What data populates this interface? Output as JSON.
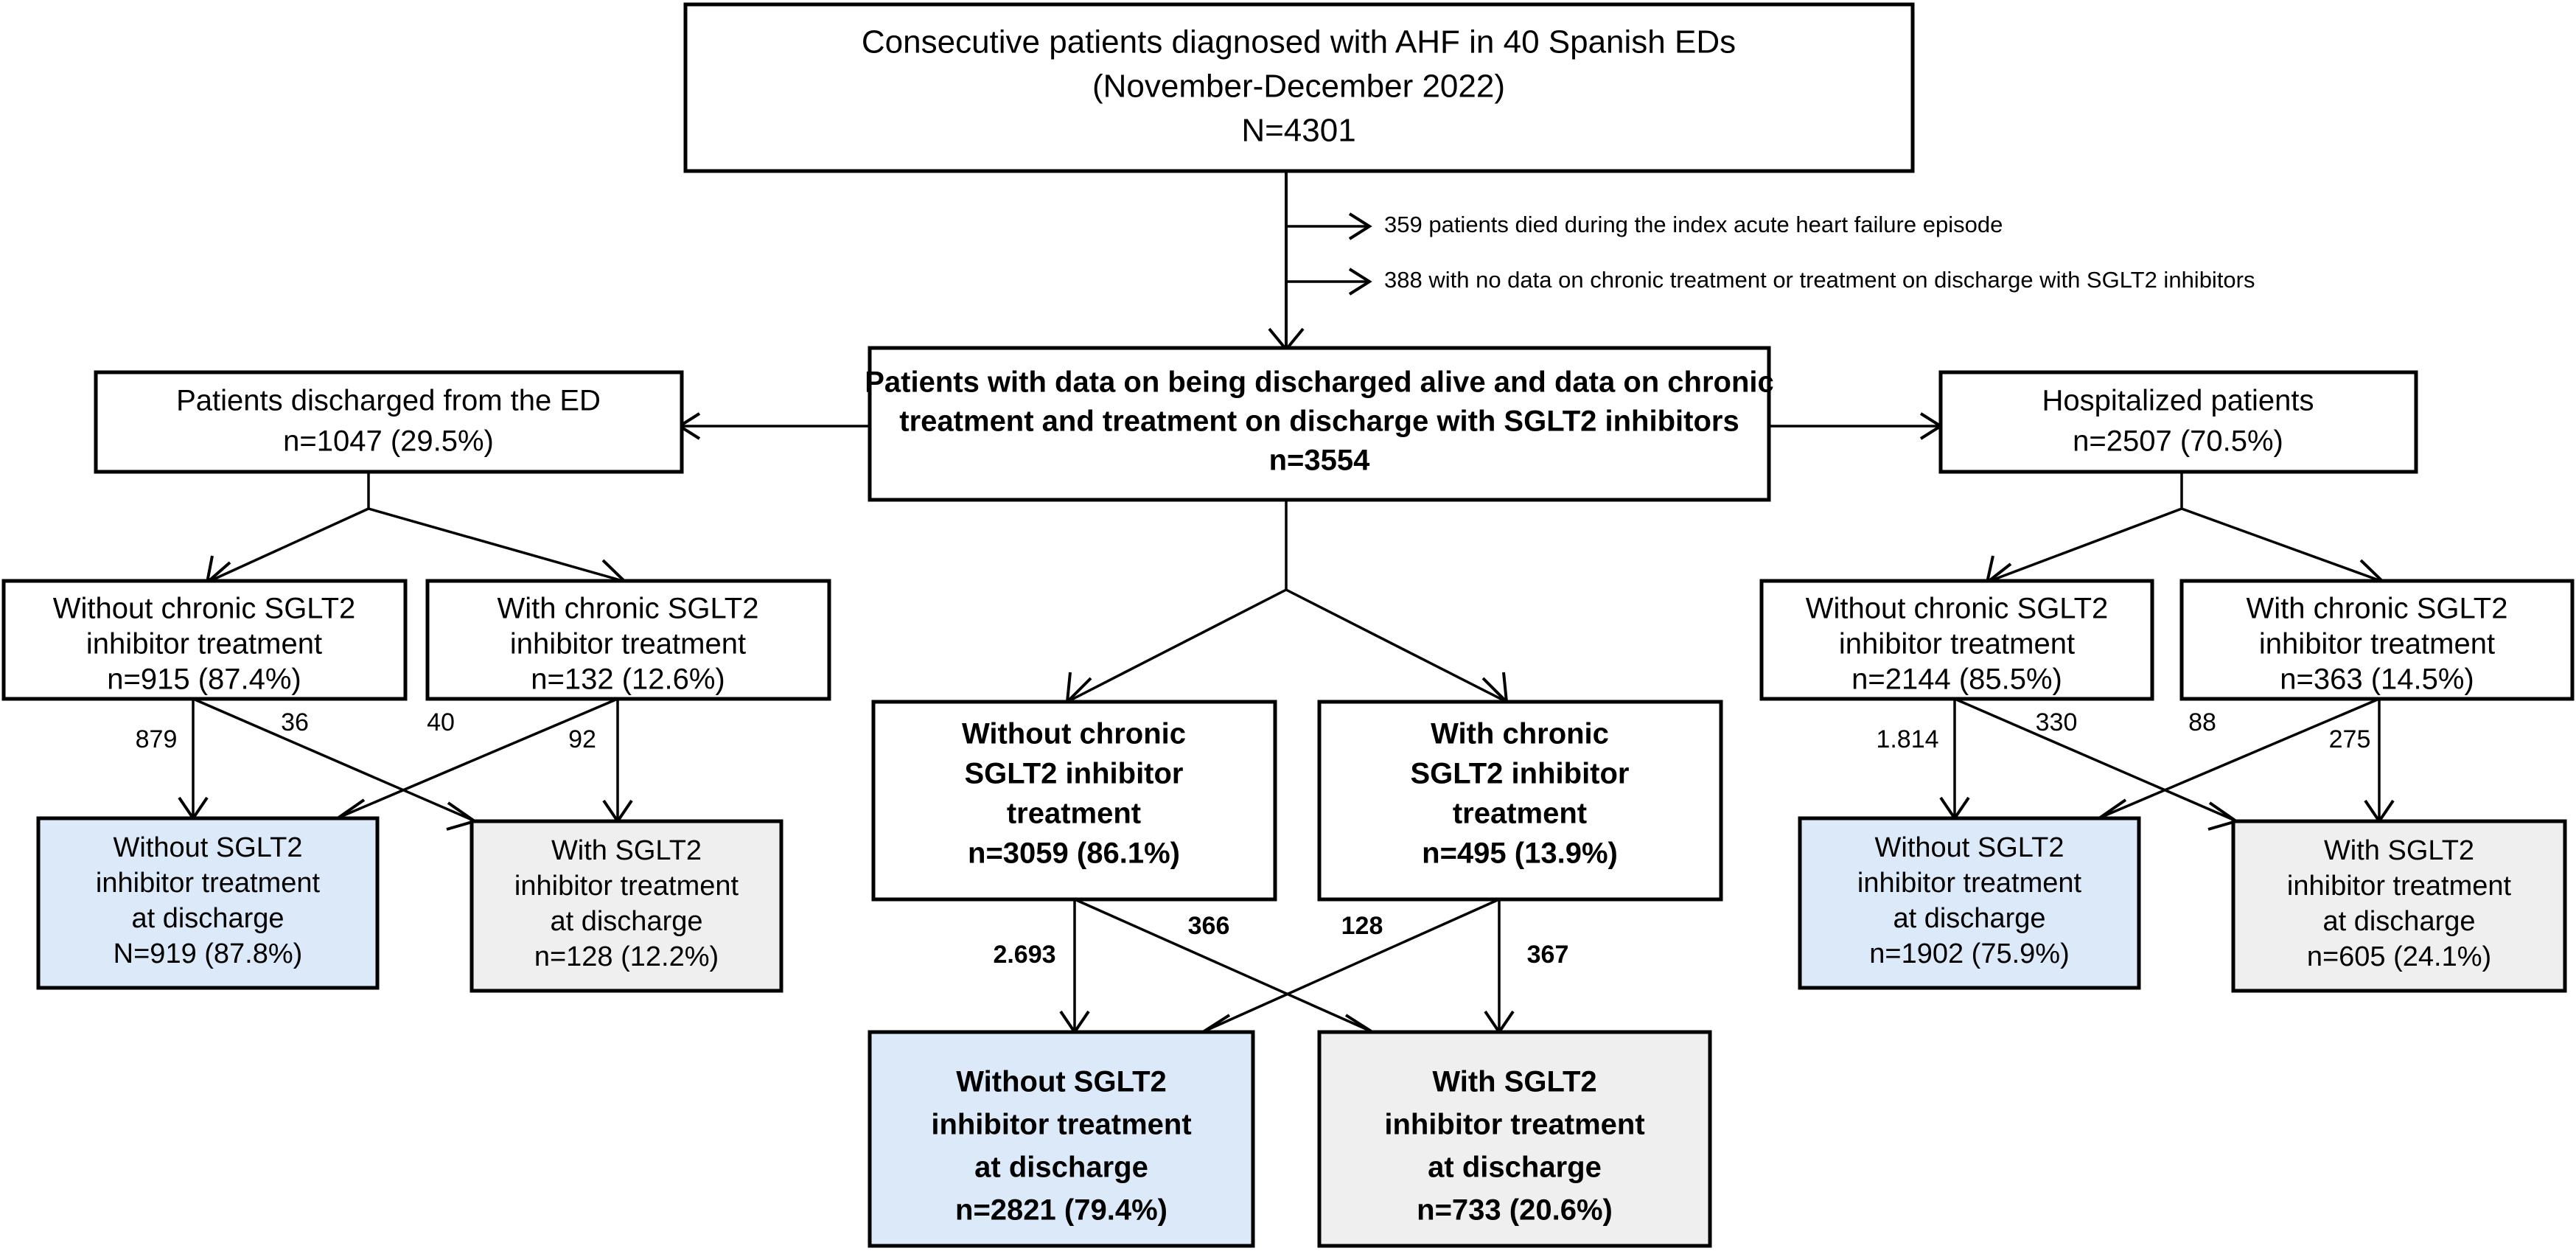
{
  "diagram": {
    "title": "AHF SGLT2 inhibitor patient flow diagram",
    "colors": {
      "without_fill": "#dce9f8",
      "with_fill": "#efefef",
      "plain_fill": "#ffffff",
      "stroke": "#000000"
    }
  },
  "nodes": {
    "cohort": {
      "line1": "Consecutive patients diagnosed with AHF in 40 Spanish EDs",
      "line2": "(November-December 2022)",
      "line3": "N=4301"
    },
    "eligible": {
      "line1": "Patients with data on being discharged alive and data on chronic",
      "line2": "treatment and treatment on discharge with SGLT2 inhibitors",
      "line3": "n=3554"
    },
    "ed_discharged": {
      "line1": "Patients discharged from the ED",
      "line2": "n=1047 (29.5%)"
    },
    "hospitalized": {
      "line1": "Hospitalized patients",
      "line2": "n=2507 (70.5%)"
    },
    "ed_without_chronic": {
      "line1": "Without chronic SGLT2",
      "line2": "inhibitor treatment",
      "line3": "n=915 (87.4%)"
    },
    "ed_with_chronic": {
      "line1": "With chronic SGLT2",
      "line2": "inhibitor treatment",
      "line3": "n=132 (12.6%)"
    },
    "ed_without_discharge": {
      "line1": "Without SGLT2",
      "line2": "inhibitor treatment",
      "line3": "at discharge",
      "line4": "N=919 (87.8%)"
    },
    "ed_with_discharge": {
      "line1": "With SGLT2",
      "line2": "inhibitor treatment",
      "line3": "at discharge",
      "line4": "n=128 (12.2%)"
    },
    "all_without_chronic": {
      "line1": "Without chronic",
      "line2": "SGLT2 inhibitor",
      "line3": "treatment",
      "line4": "n=3059 (86.1%)"
    },
    "all_with_chronic": {
      "line1": "With chronic",
      "line2": "SGLT2 inhibitor",
      "line3": "treatment",
      "line4": "n=495 (13.9%)"
    },
    "all_without_discharge": {
      "line1": "Without SGLT2",
      "line2": "inhibitor treatment",
      "line3": "at discharge",
      "line4": "n=2821 (79.4%)"
    },
    "all_with_discharge": {
      "line1": "With SGLT2",
      "line2": "inhibitor treatment",
      "line3": "at discharge",
      "line4": "n=733 (20.6%)"
    },
    "hosp_without_chronic": {
      "line1": "Without chronic SGLT2",
      "line2": "inhibitor treatment",
      "line3": "n=2144 (85.5%)"
    },
    "hosp_with_chronic": {
      "line1": "With chronic SGLT2",
      "line2": "inhibitor treatment",
      "line3": "n=363 (14.5%)"
    },
    "hosp_without_discharge": {
      "line1": "Without SGLT2",
      "line2": "inhibitor treatment",
      "line3": "at discharge",
      "line4": "n=1902 (75.9%)"
    },
    "hosp_with_discharge": {
      "line1": "With SGLT2",
      "line2": "inhibitor treatment",
      "line3": "at discharge",
      "line4": "n=605 (24.1%)"
    }
  },
  "exclusions": [
    "359 patients died during the index acute heart failure episode",
    "388 with no data on chronic treatment or treatment on discharge with SGLT2 inhibitors"
  ],
  "edge_labels": {
    "ed_without_to_without": "879",
    "ed_without_to_with": "36",
    "ed_with_to_without": "40",
    "ed_with_to_with": "92",
    "all_without_to_without": "2.693",
    "all_without_to_with": "366",
    "all_with_to_without": "128",
    "all_with_to_with": "367",
    "hosp_without_to_without": "1.814",
    "hosp_without_to_with": "330",
    "hosp_with_to_without": "88",
    "hosp_with_to_with": "275"
  }
}
